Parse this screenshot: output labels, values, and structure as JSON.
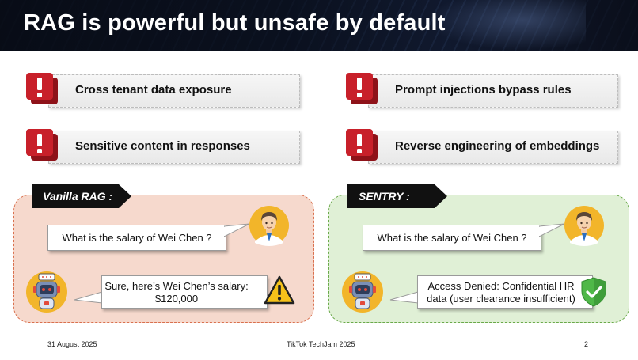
{
  "slide": {
    "title": "RAG is powerful but unsafe by default",
    "risks": [
      {
        "label": "Cross tenant data exposure",
        "icon": "exclamation-icon"
      },
      {
        "label": "Prompt injections bypass rules",
        "icon": "exclamation-icon"
      },
      {
        "label": "Sensitive content in responses",
        "icon": "exclamation-icon"
      },
      {
        "label": "Reverse engineering of embeddings",
        "icon": "exclamation-icon"
      }
    ],
    "vanilla": {
      "tag": "Vanilla RAG :",
      "question": "What is the salary of Wei Chen ?",
      "answer_line1": "Sure, here’s Wei Chen’s salary:",
      "answer_line2": "$120,000",
      "status_icon": "warning-icon"
    },
    "sentry": {
      "tag": "SENTRY :",
      "question": "What is the salary of Wei Chen ?",
      "answer_line1": "Access Denied: Confidential HR",
      "answer_line2": "data (user clearance insufficient)",
      "status_icon": "shield-check-icon"
    },
    "footer": {
      "date": "31 August 2025",
      "event": "TikTok TechJam 2025",
      "page": "2"
    },
    "colors": {
      "alert_red": "#c8202a",
      "vanilla_panel": "#f6d9cd",
      "sentry_panel": "#e0f0d6",
      "tag_black": "#111111"
    }
  }
}
